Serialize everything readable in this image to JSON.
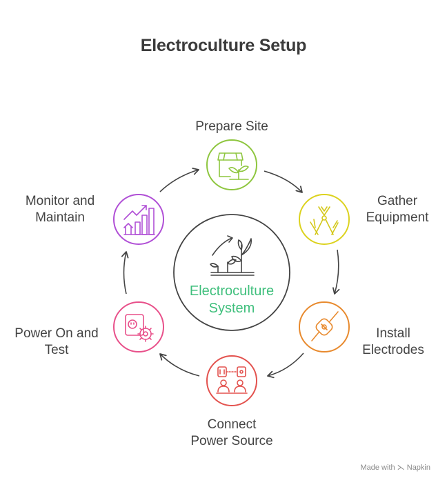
{
  "title": "Electroculture Setup",
  "center": {
    "line1": "Electroculture",
    "line2": "System",
    "color": "#3fbf7c"
  },
  "steps": [
    {
      "line1": "Prepare Site",
      "line2": "",
      "color": "#8ec63f",
      "icon": "box-with-plant-icon"
    },
    {
      "line1": "Gather",
      "line2": "Equipment",
      "color": "#dcd21e",
      "icon": "pliers-icon"
    },
    {
      "line1": "Install",
      "line2": "Electrodes",
      "color": "#e88a2e",
      "icon": "electrode-cable-icon"
    },
    {
      "line1": "Connect",
      "line2": "Power Source",
      "color": "#e3524e",
      "icon": "plug-connection-icon"
    },
    {
      "line1": "Power On and",
      "line2": "Test",
      "color": "#e8508a",
      "icon": "socket-gear-icon"
    },
    {
      "line1": "Monitor and",
      "line2": "Maintain",
      "color": "#b04fd6",
      "icon": "growth-chart-icon"
    }
  ],
  "footer": {
    "made_with": "Made with",
    "brand": "Napkin"
  }
}
